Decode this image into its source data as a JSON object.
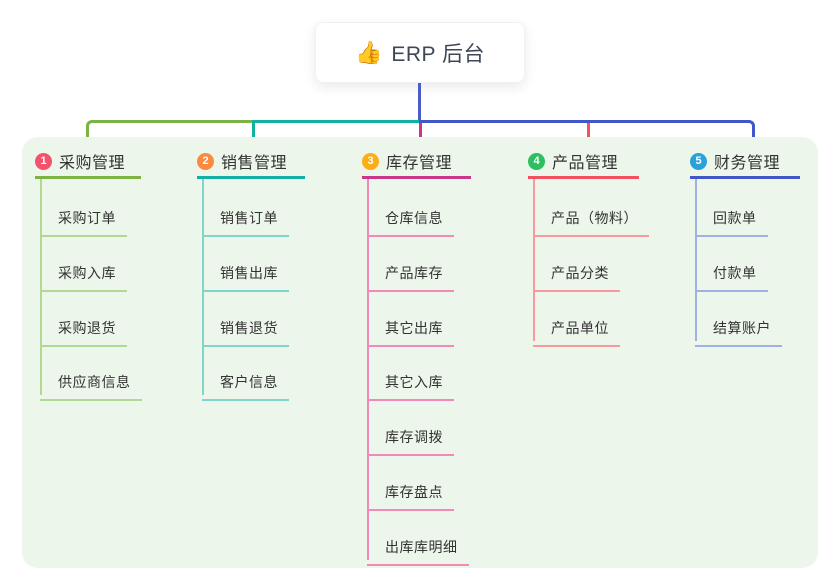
{
  "root": {
    "icon": "👍",
    "title": "ERP 后台"
  },
  "panel_color": "#ecf6ea",
  "connectors": {
    "root_drop": "#4b5bc9",
    "bus_left": "#7cb342",
    "bus_mid": "#13b1a1",
    "bus_right": "#4157c8",
    "stub_inventory": "#c9368a",
    "stub_product": "#f25160"
  },
  "branches": [
    {
      "number": "1",
      "label": "采购管理",
      "badge_color": "#f4516c",
      "line_color": "#7cb342",
      "sub_line_color": "#b2d993",
      "children": [
        "采购订单",
        "采购入库",
        "采购退货",
        "供应商信息"
      ]
    },
    {
      "number": "2",
      "label": "销售管理",
      "badge_color": "#fb8a3e",
      "line_color": "#13b1a1",
      "sub_line_color": "#82d4c8",
      "children": [
        "销售订单",
        "销售出库",
        "销售退货",
        "客户信息"
      ]
    },
    {
      "number": "3",
      "label": "库存管理",
      "badge_color": "#fbae17",
      "line_color": "#c9368a",
      "sub_line_color": "#f08ab8",
      "children": [
        "仓库信息",
        "产品库存",
        "其它出库",
        "其它入库",
        "库存调拨",
        "库存盘点",
        "出库库明细"
      ]
    },
    {
      "number": "4",
      "label": "产品管理",
      "badge_color": "#2fbe61",
      "line_color": "#f25160",
      "sub_line_color": "#f7999e",
      "children": [
        "产品（物料）",
        "产品分类",
        "产品单位"
      ]
    },
    {
      "number": "5",
      "label": "财务管理",
      "badge_color": "#2ba0d9",
      "line_color": "#4157c8",
      "sub_line_color": "#9fb0e5",
      "children": [
        "回款单",
        "付款单",
        "结算账户"
      ]
    }
  ]
}
